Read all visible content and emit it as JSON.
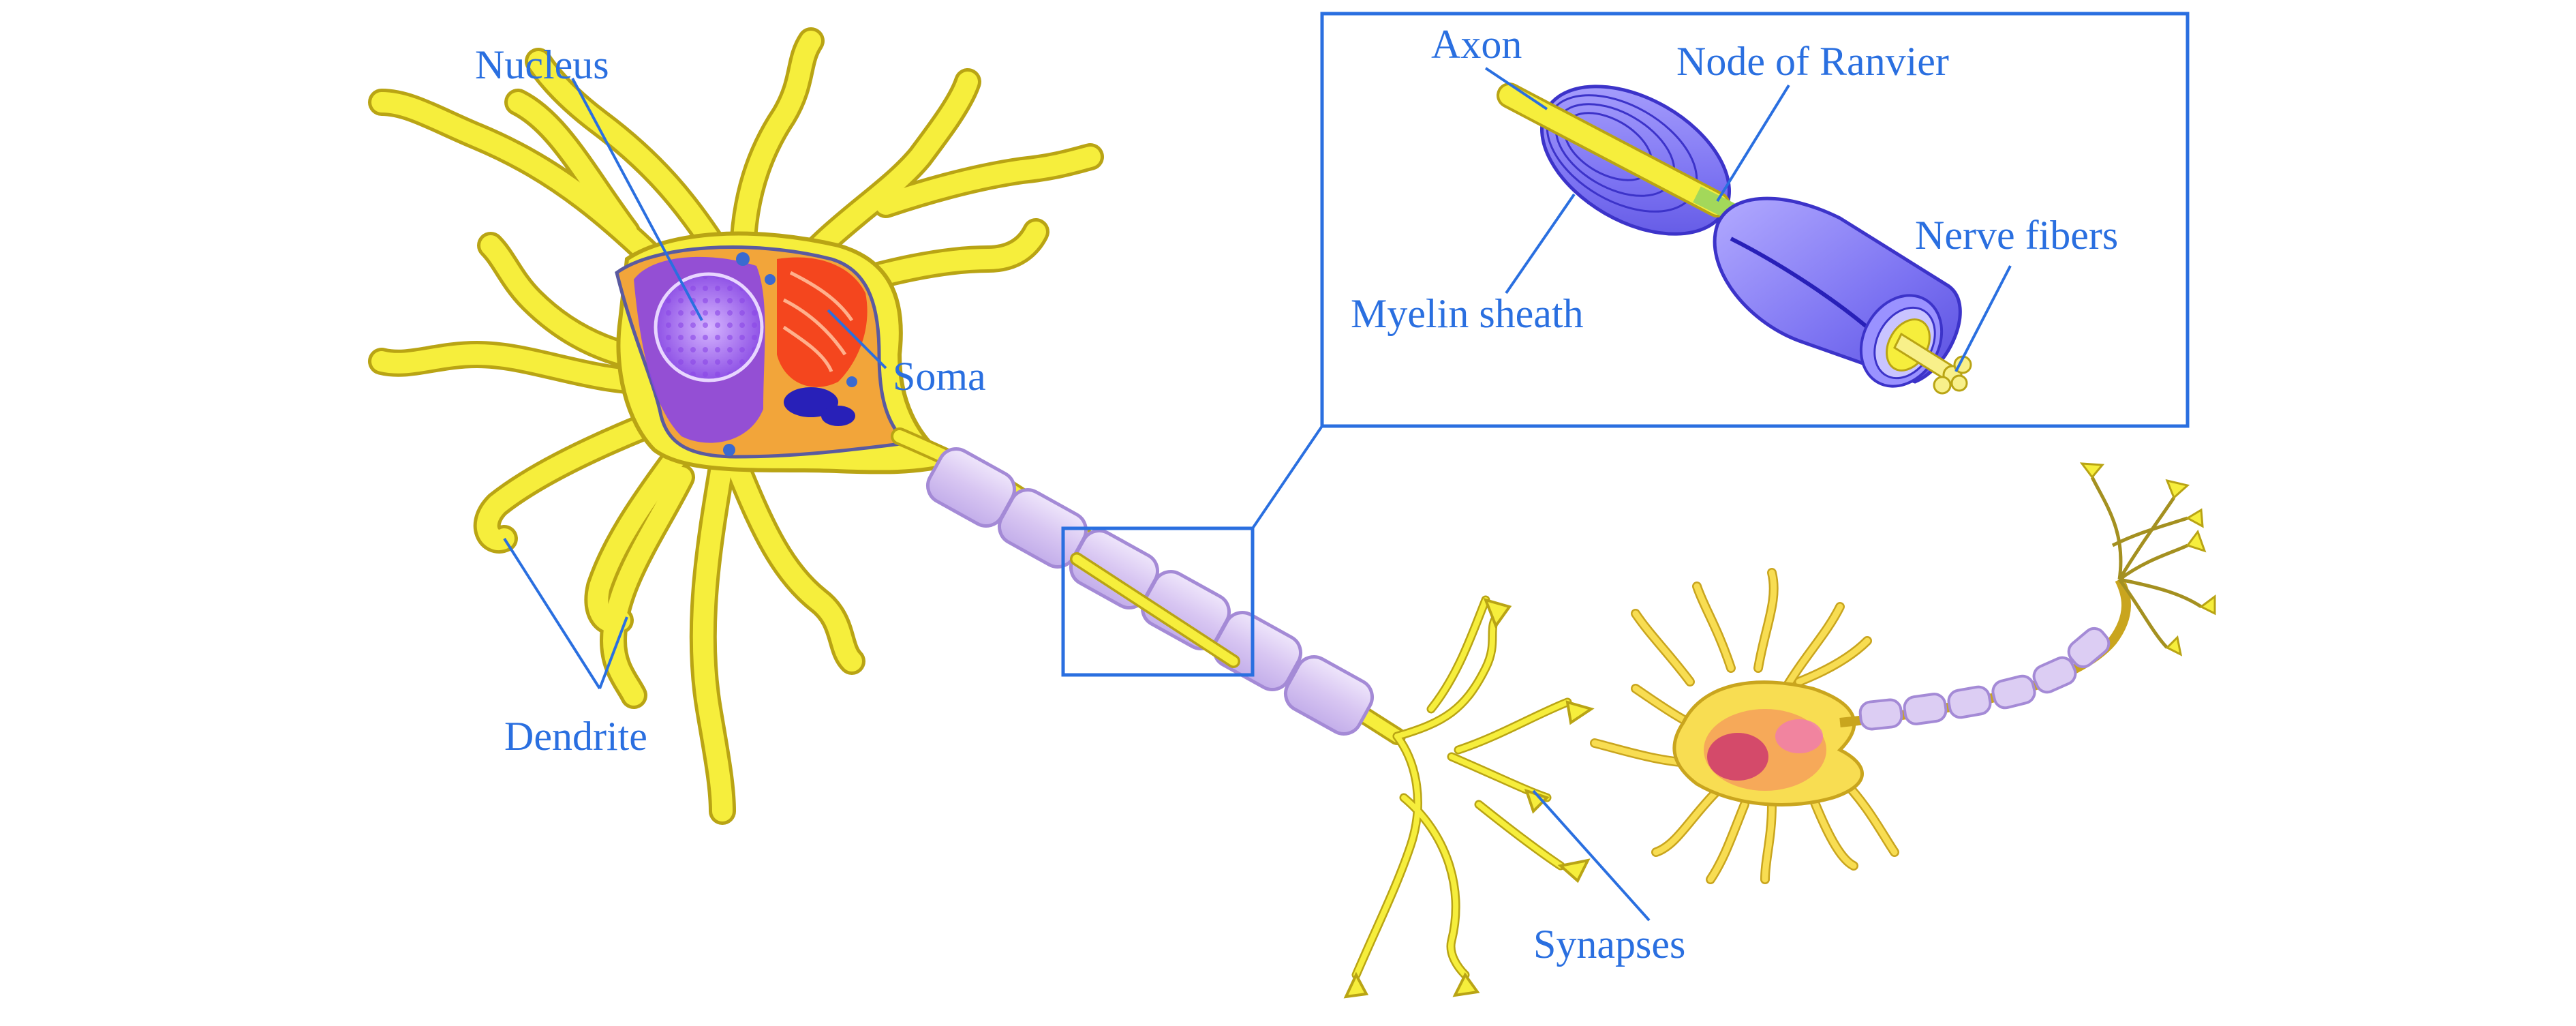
{
  "labels": {
    "nucleus": "Nucleus",
    "soma": "Soma",
    "dendrite": "Dendrite",
    "axon": "Axon",
    "node_of_ranvier": "Node of Ranvier",
    "nerve_fibers": "Nerve fibers",
    "myelin_sheath": "Myelin sheath",
    "synapses": "Synapses"
  },
  "colors": {
    "label_text": "#2a6fe0",
    "leader_line": "#2a6fe0",
    "inset_frame": "#2a6fe0",
    "dendrite_fill": "#f6ee3c",
    "dendrite_stroke": "#b9a414",
    "myelin_fill": "#d8c6f2",
    "myelin_stroke": "#a48ad6",
    "nucleus_fill": "#a774ea",
    "organelle_fill": "#f4461e",
    "cytoplasm_fill": "#f2a53a",
    "sheath_blue": "#7c73f2",
    "sheath_dark": "#3c33c9"
  }
}
